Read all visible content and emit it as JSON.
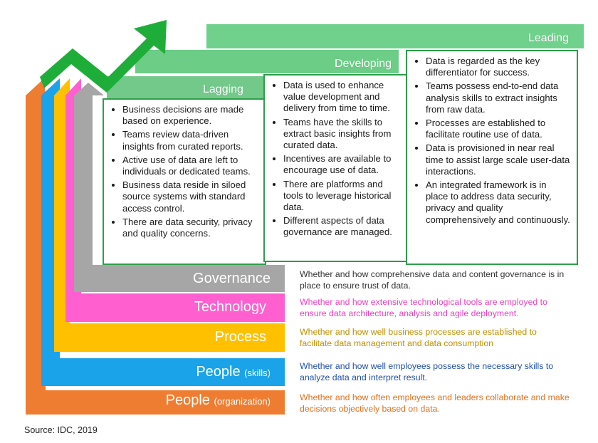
{
  "stages": [
    {
      "label": "Lagging",
      "color": "#72c98a",
      "bullets": [
        "Business decisions are made based on experience.",
        "Teams review data-driven insights from curated reports.",
        "Active use of data are left to individuals or dedicated teams.",
        "Business data reside in siloed source systems with standard access control.",
        "There are data security, privacy and quality concerns."
      ]
    },
    {
      "label": "Developing",
      "color": "#6ccd86",
      "bullets": [
        "Data is used to enhance value development and delivery from time to time.",
        "Teams have the skills to extract basic insights from curated data.",
        "Incentives are available to encourage use of data.",
        "There are platforms and tools to leverage historical data.",
        "Different aspects of data governance are managed."
      ]
    },
    {
      "label": "Leading",
      "color": "#6fd18c",
      "bullets": [
        "Data is regarded as the key differentiator for success.",
        "Teams possess end-to-end data analysis skills to extract insights from raw data.",
        "Processes are established to facilitate routine use of data.",
        "Data is provisioned in near real time to assist large scale user-data interactions.",
        "An integrated framework is in place to address data security, privacy and quality comprehensively and continuously."
      ]
    }
  ],
  "dimensions": [
    {
      "label": "Governance",
      "sub": "",
      "color": "#a6a6a6",
      "text_color": "#333333",
      "description": "Whether and how comprehensive data and content governance is in place to ensure trust of data."
    },
    {
      "label": "Technology",
      "sub": "",
      "color": "#ff5fcf",
      "text_color": "#ee3fbf",
      "description": "Whether and how extensive technological tools are employed to ensure data architecture, analysis and agile deployment."
    },
    {
      "label": "Process",
      "sub": "",
      "color": "#ffc000",
      "text_color": "#bf8f00",
      "description": "Whether and how well business processes are established to facilitate data management and data consumption"
    },
    {
      "label": "People",
      "sub": "(skills)",
      "color": "#1aa3e8",
      "text_color": "#1f4fa8",
      "description": "Whether and how well employees possess the necessary skills to analyze data and interpret result."
    },
    {
      "label": "People",
      "sub": "(organization)",
      "color": "#ef7d31",
      "text_color": "#e0701e",
      "description": "Whether and how often employees and leaders collaborate and make decisions objectively based on data."
    }
  ],
  "arrow_color": "#1fad3a",
  "box_border_color": "#2e9e4a",
  "source": "Source: IDC, 2019"
}
